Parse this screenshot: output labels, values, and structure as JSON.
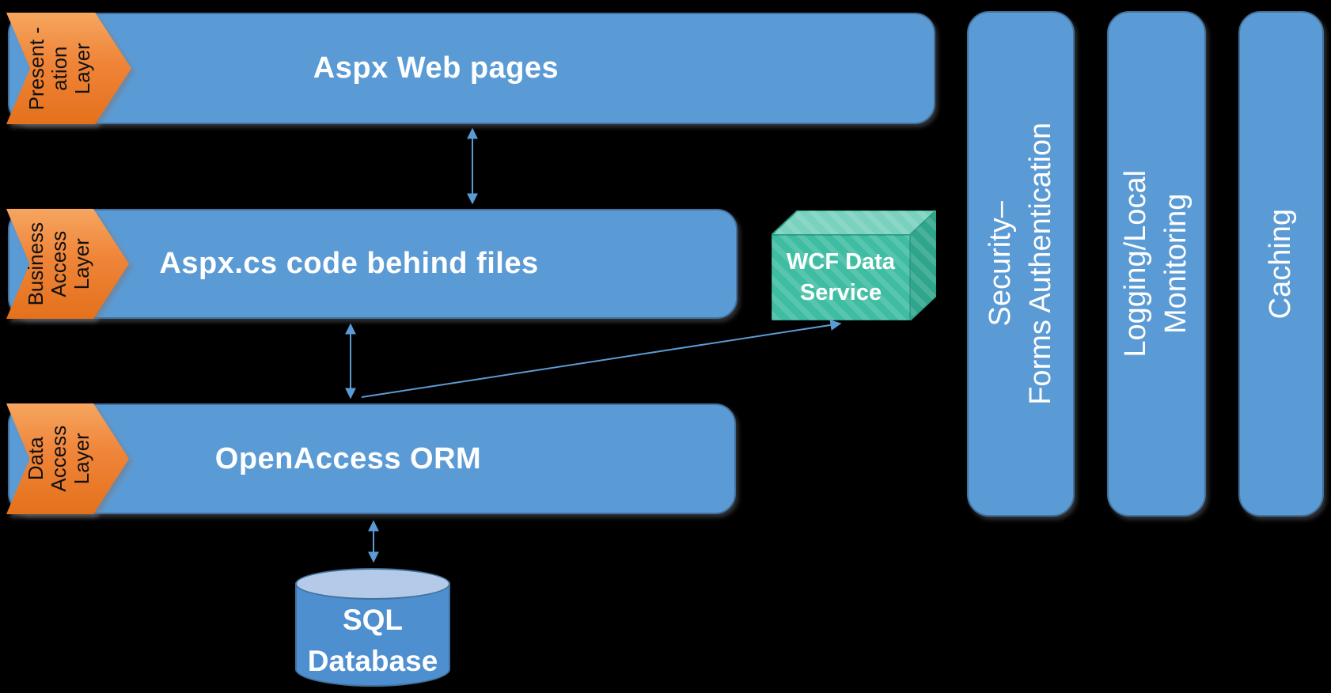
{
  "diagram": {
    "background": "#000000",
    "layers": [
      {
        "chevron_lines": [
          "Present -",
          "ation",
          "Layer"
        ],
        "bar_label": "Aspx Web pages"
      },
      {
        "chevron_lines": [
          "Business",
          "Access",
          "Layer"
        ],
        "bar_label": "Aspx.cs code behind files"
      },
      {
        "chevron_lines": [
          "Data",
          "Access",
          "Layer"
        ],
        "bar_label": "OpenAccess ORM"
      }
    ],
    "cross_cutting_bars": [
      {
        "lines": [
          "Security–",
          "Forms Authentication"
        ]
      },
      {
        "lines": [
          "Logging/Local",
          "Monitoring"
        ]
      },
      {
        "lines": [
          "Caching"
        ]
      }
    ],
    "wcf_box": {
      "lines": [
        "WCF Data",
        "Service"
      ]
    },
    "database": {
      "lines": [
        "SQL",
        "Database"
      ]
    },
    "colors": {
      "bar_fill": "#5b9bd5",
      "bar_border": "#41719c",
      "chevron_fill": "#ed7d31",
      "chevron_text": "#111111",
      "cube_front": "#3fbda2",
      "cube_top": "#7ad1bd",
      "cube_side": "#2fa68c",
      "cube_edge": "#2d9c84",
      "cylinder_fill": "#4e8fd0",
      "cylinder_top": "#b5cae8",
      "arrow": "#5b9bd5"
    }
  }
}
